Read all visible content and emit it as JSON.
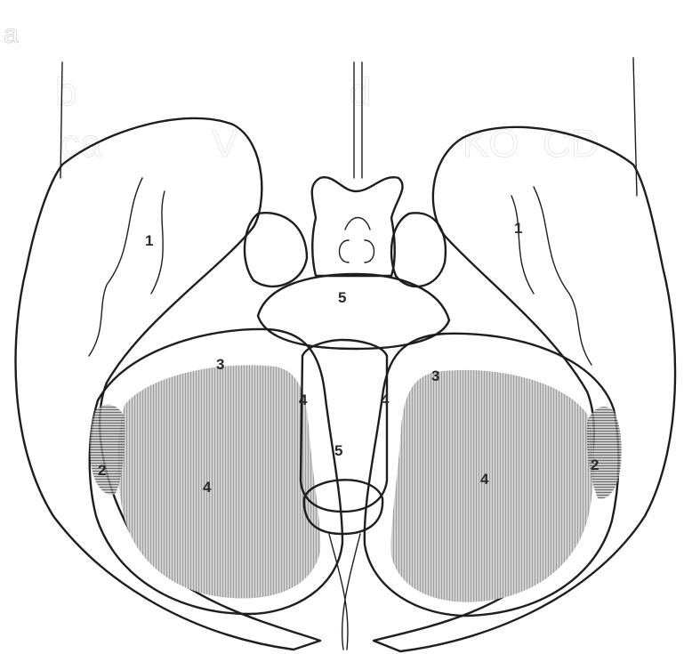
{
  "figure": {
    "panel_letter": "a",
    "ghost_fragments": [
      "b",
      "d",
      "V",
      "KO",
      "CD",
      "ca"
    ]
  },
  "regions": {
    "r1_left": "1",
    "r1_right": "1",
    "r2_left": "2",
    "r2_right": "2",
    "r3_left": "3",
    "r3_right": "3",
    "r4_left": "4",
    "r4_right": "4",
    "r4_center_left": "4",
    "r4_center_right": "4",
    "r5_top": "5",
    "r5_center": "5"
  }
}
